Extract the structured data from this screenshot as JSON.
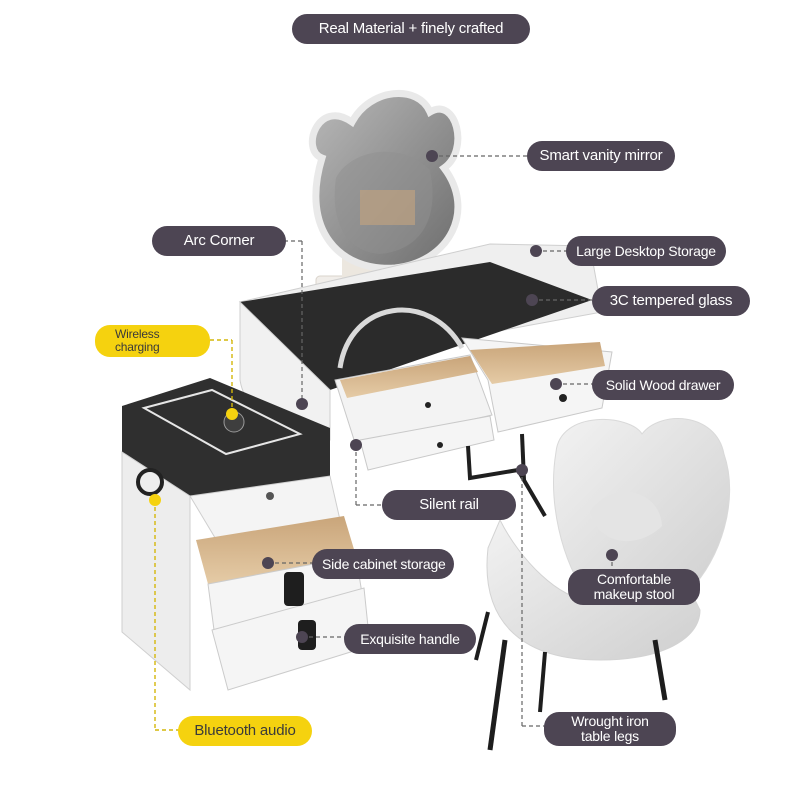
{
  "colors": {
    "callout_background": "#4d4553",
    "callout_text": "#ffffff",
    "highlight_background": "#f5d20f",
    "highlight_text": "#3a3a3a",
    "marker": "#4d4553",
    "marker_highlight": "#f5d20f"
  },
  "callouts": {
    "headline": "Real Material + finely crafted",
    "smart_mirror": "Smart vanity mirror",
    "arc_corner": "Arc Corner",
    "desktop_storage": "Large Desktop Storage",
    "tempered_glass": "3C tempered glass",
    "wireless_charging_line1": "Wireless",
    "wireless_charging_line2": "charging",
    "solid_wood_drawer": "Solid Wood drawer",
    "silent_rail": "Silent rail",
    "side_cabinet_storage": "Side cabinet storage",
    "comfortable_stool_line1": "Comfortable",
    "comfortable_stool_line2": "makeup stool",
    "exquisite_handle": "Exquisite handle",
    "bluetooth_audio": "Bluetooth audio",
    "wrought_iron_legs_line1": "Wrought iron",
    "wrought_iron_legs_line2": "table legs"
  }
}
